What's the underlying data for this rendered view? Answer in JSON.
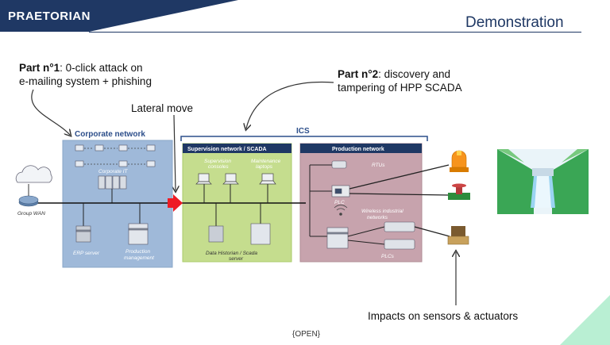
{
  "logo": {
    "text": "PRAETORIAN"
  },
  "title": "Demonstration",
  "annotations": {
    "part1_prefix": "Part n°1",
    "part1_line1": ": 0-click attack on",
    "part1_line2": "e-mailing system + phishing",
    "lateral": "Lateral move",
    "part2_prefix": "Part n°2",
    "part2_line1": ": discovery and",
    "part2_line2": "tampering of HPP SCADA",
    "impacts": "Impacts on sensors & actuators"
  },
  "diagram": {
    "corporate_title": "Corporate network",
    "corporate_it": "Corporate IT",
    "erp_server": "ERP server",
    "production_mgmt_l1": "Production",
    "production_mgmt_l2": "management",
    "group_wan": "Group WAN",
    "ics_label": "ICS",
    "supervision_title": "Supervision network / SCADA",
    "supervision_consoles_l1": "Supervision",
    "supervision_consoles_l2": "consoles",
    "maintenance_laptops_l1": "Maintenance",
    "maintenance_laptops_l2": "laptops",
    "historian_l1": "Data Historian / Scada",
    "historian_l2": "server",
    "production_title": "Production network",
    "rtus": "RTUs",
    "plc": "PLC",
    "wireless_l1": "Wireless industrial",
    "wireless_l2": "networks",
    "plcs": "PLCs"
  },
  "colors": {
    "brand_navy": "#1f3864",
    "corporate_bg": "#9fb9d9",
    "supervision_bg": "#c5dd8e",
    "production_bg": "#c7a3ad",
    "attack_arrow": "#ee1b24",
    "accent_mint": "#b9efd3"
  },
  "footer": "{OPEN}"
}
